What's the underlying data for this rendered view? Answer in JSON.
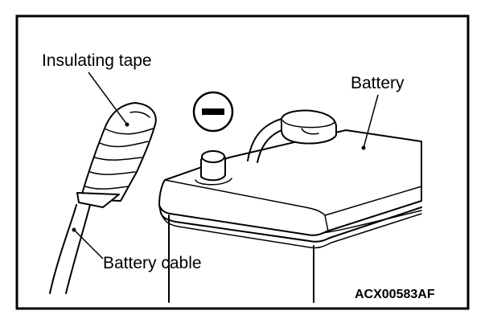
{
  "diagram": {
    "labels": {
      "insulating_tape": "Insulating tape",
      "battery": "Battery",
      "battery_cable": "Battery cable",
      "negative_symbol": "−"
    },
    "figure_code": "ACX00583AF"
  }
}
